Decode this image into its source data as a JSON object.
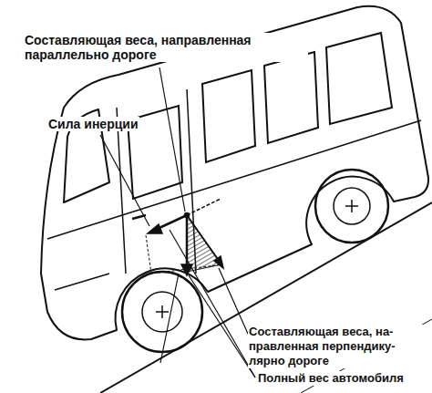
{
  "diagram": {
    "labels": [
      "Составляющая веса, направленная параллельно дороге",
      "Сила инерции",
      "Составляющая веса, на- правленная перпендику- лярно дороге",
      "Полный вес автомобиля"
    ]
  }
}
